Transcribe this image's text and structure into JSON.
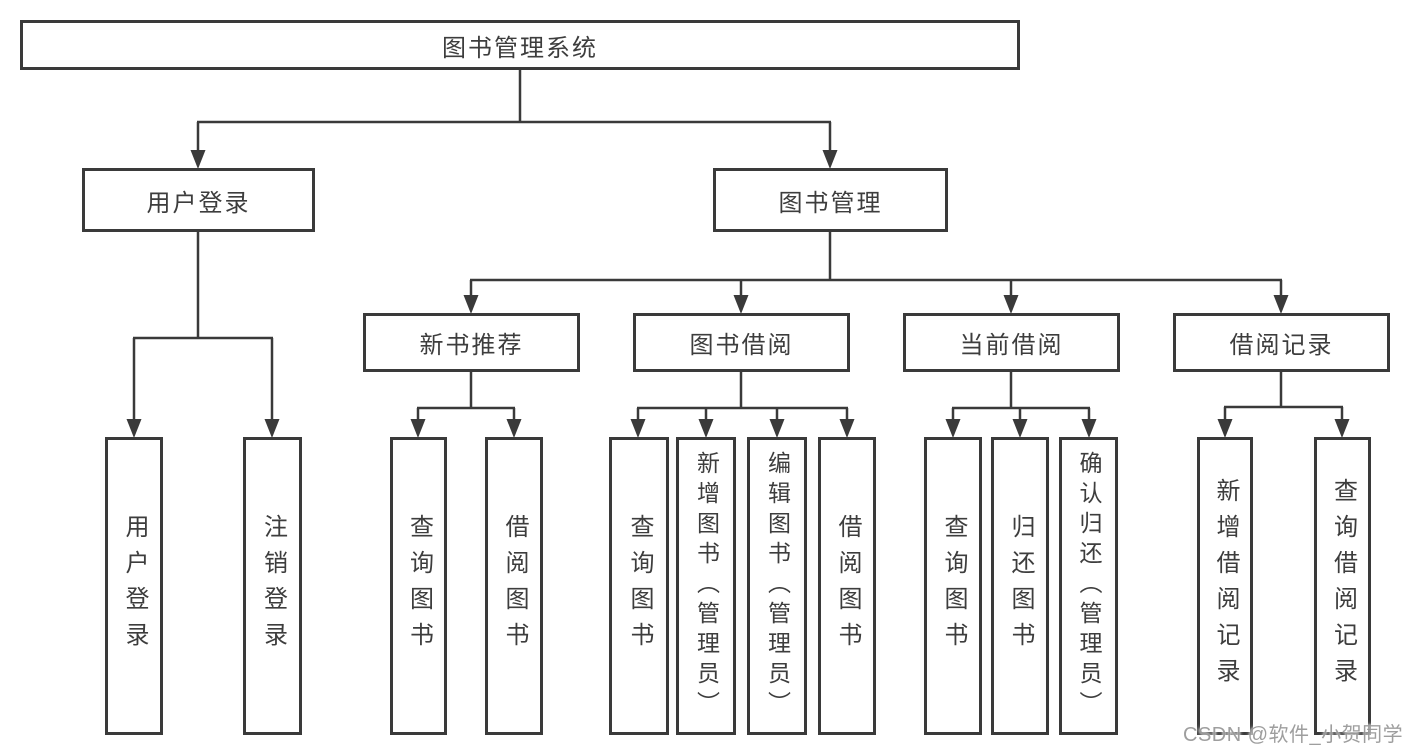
{
  "diagram": {
    "root": {
      "label": "图书管理系统",
      "children": [
        {
          "label": "用户登录",
          "children": [
            {
              "label": "用户登录"
            },
            {
              "label": "注销登录"
            }
          ]
        },
        {
          "label": "图书管理",
          "children": [
            {
              "label": "新书推荐",
              "children": [
                {
                  "label": "查询图书"
                },
                {
                  "label": "借阅图书"
                }
              ]
            },
            {
              "label": "图书借阅",
              "children": [
                {
                  "label": "查询图书"
                },
                {
                  "label": "新增图书（管理员）"
                },
                {
                  "label": "编辑图书（管理员）"
                },
                {
                  "label": "借阅图书"
                }
              ]
            },
            {
              "label": "当前借阅",
              "children": [
                {
                  "label": "查询图书"
                },
                {
                  "label": "归还图书"
                },
                {
                  "label": "确认归还（管理员）"
                }
              ]
            },
            {
              "label": "借阅记录",
              "children": [
                {
                  "label": "新增借阅记录"
                },
                {
                  "label": "查询借阅记录"
                }
              ]
            }
          ]
        }
      ]
    },
    "colors": {
      "line": "#3a3a3a",
      "border": "#3a3a3a",
      "text": "#3d3d3d",
      "background": "#ffffff",
      "watermark": "#949494"
    }
  },
  "watermark": {
    "text": "CSDN @软件_小贺同学"
  }
}
